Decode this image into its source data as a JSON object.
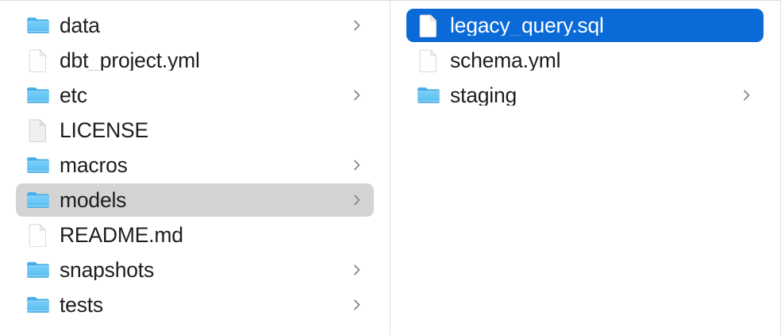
{
  "window": {
    "title": "Finder Column View",
    "view_mode": "column"
  },
  "colors": {
    "selection_active": "#0a6ad8",
    "selection_inactive": "#d4d4d4",
    "text": "#1d1d1f",
    "text_selected": "#ffffff",
    "divider": "#dcdcdc",
    "folder_blue": "#54c0f4",
    "chevron": "#8a8a8e"
  },
  "columns": [
    {
      "name": "parent-column",
      "items": [
        {
          "label": "data",
          "kind": "folder",
          "icon": "folder-icon",
          "has_chevron": true,
          "selected": false
        },
        {
          "label": "dbt_project.yml",
          "kind": "file",
          "icon": "document-icon",
          "has_chevron": false,
          "selected": false
        },
        {
          "label": "etc",
          "kind": "folder",
          "icon": "folder-icon",
          "has_chevron": true,
          "selected": false
        },
        {
          "label": "LICENSE",
          "kind": "generic-file",
          "icon": "generic-file-icon",
          "has_chevron": false,
          "selected": false
        },
        {
          "label": "macros",
          "kind": "folder",
          "icon": "folder-icon",
          "has_chevron": true,
          "selected": false
        },
        {
          "label": "models",
          "kind": "folder",
          "icon": "folder-icon",
          "has_chevron": true,
          "selected": true,
          "selection_style": "inactive"
        },
        {
          "label": "README.md",
          "kind": "file",
          "icon": "document-icon",
          "has_chevron": false,
          "selected": false
        },
        {
          "label": "snapshots",
          "kind": "folder",
          "icon": "folder-icon",
          "has_chevron": true,
          "selected": false
        },
        {
          "label": "tests",
          "kind": "folder",
          "icon": "folder-icon",
          "has_chevron": true,
          "selected": false
        }
      ]
    },
    {
      "name": "child-column",
      "items": [
        {
          "label": "legacy_query.sql",
          "kind": "file",
          "icon": "document-icon",
          "has_chevron": false,
          "selected": true,
          "selection_style": "active"
        },
        {
          "label": "schema.yml",
          "kind": "file",
          "icon": "document-icon",
          "has_chevron": false,
          "selected": false
        },
        {
          "label": "staging",
          "kind": "folder",
          "icon": "folder-icon",
          "has_chevron": true,
          "selected": false
        }
      ]
    }
  ]
}
